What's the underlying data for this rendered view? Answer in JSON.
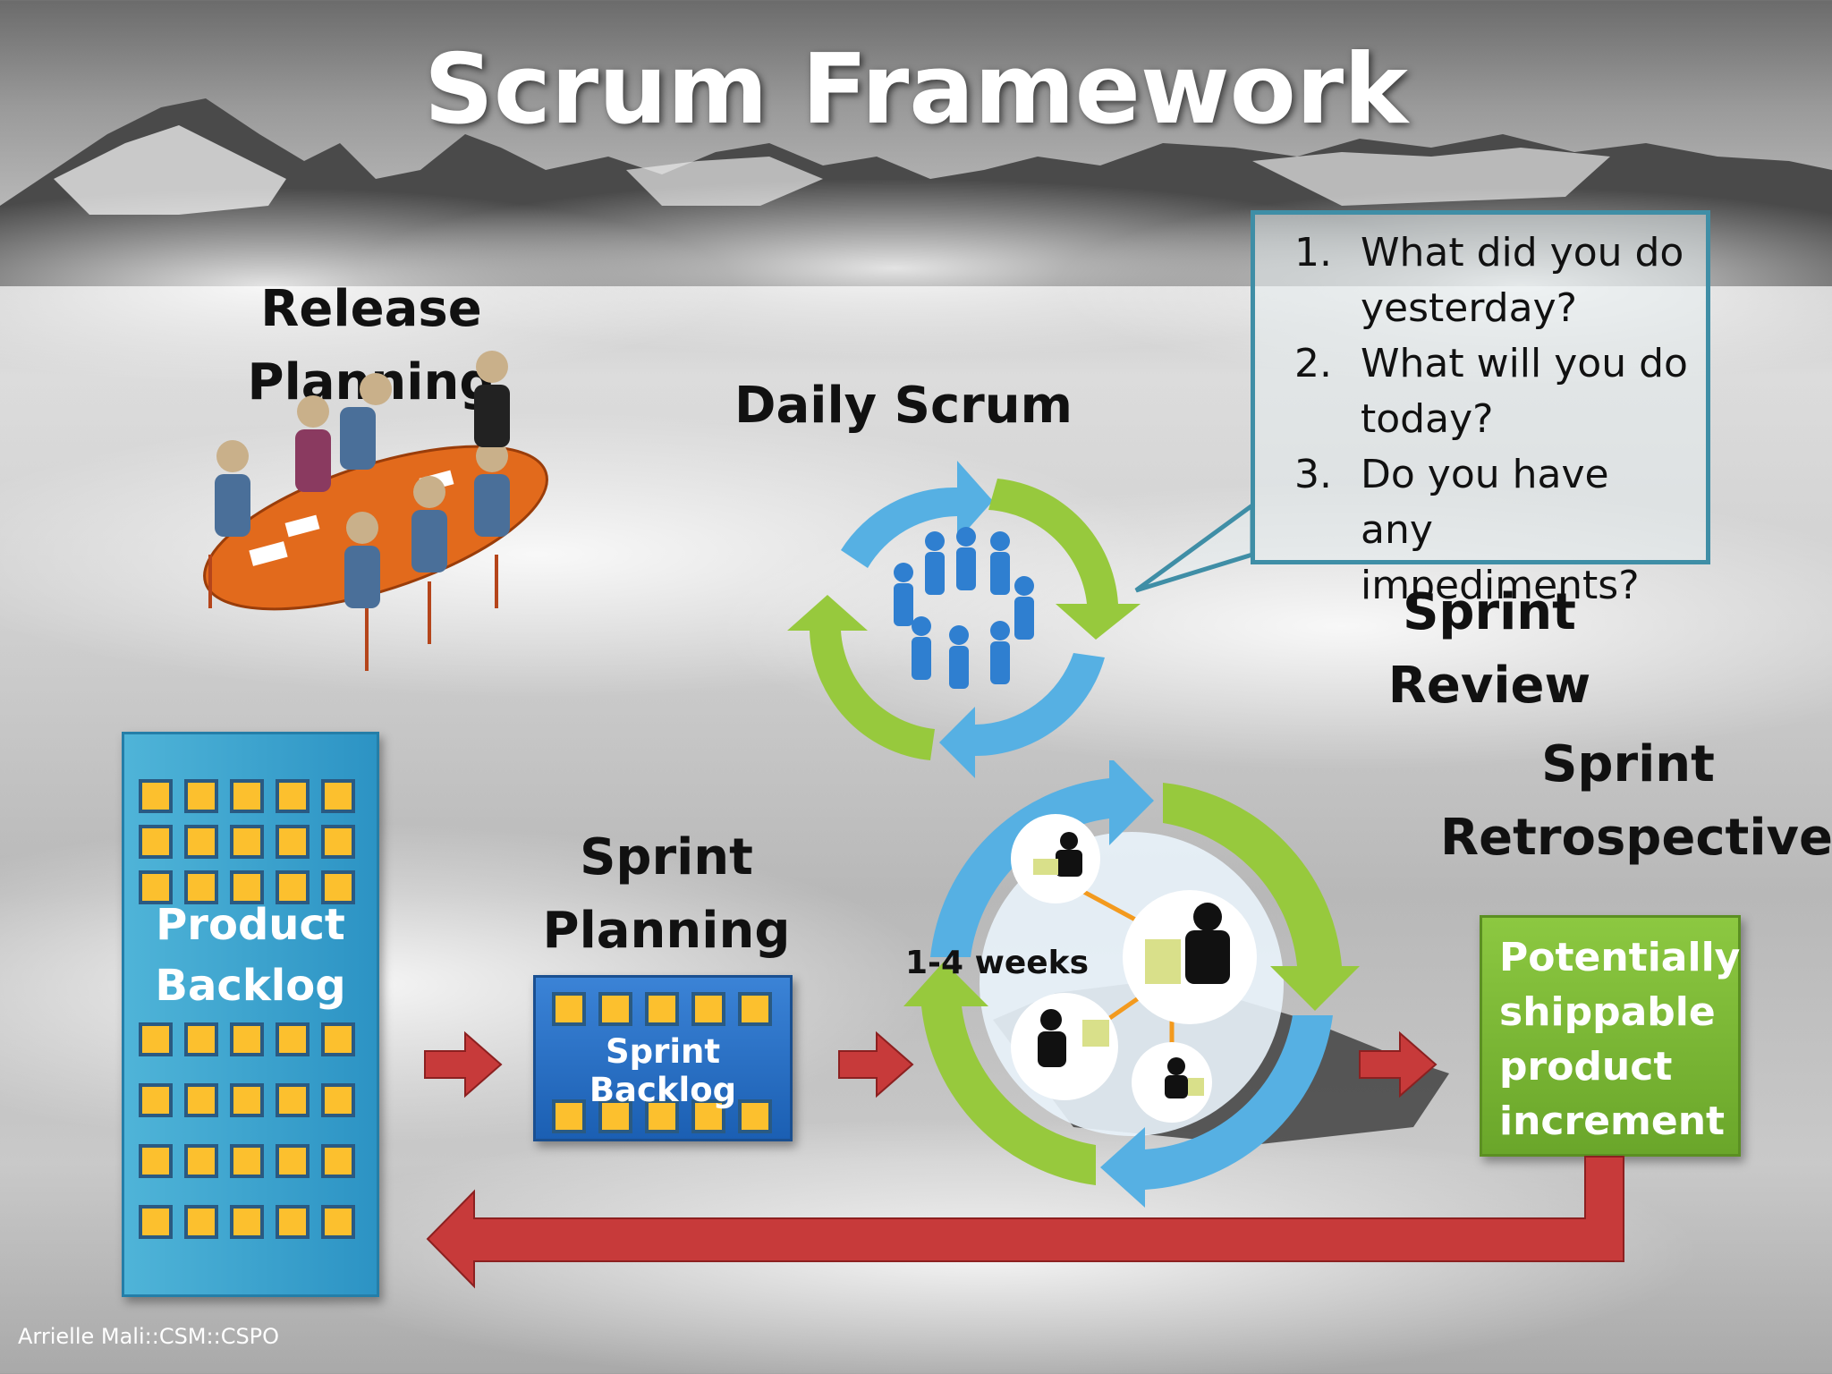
{
  "title": "Scrum Framework",
  "release_planning": "Release Planning",
  "daily_scrum": "Daily Scrum",
  "questions": [
    "What did you do yesterday?",
    "What will you do today?",
    "Do you have any impediments?"
  ],
  "sprint_review": [
    "Sprint",
    "Review"
  ],
  "sprint_retrospective": [
    "Sprint",
    "Retrospective"
  ],
  "product_backlog": [
    "Product",
    "Backlog"
  ],
  "sprint_planning": [
    "Sprint",
    "Planning"
  ],
  "sprint_backlog": "Sprint Backlog",
  "weeks": "1-4 weeks",
  "increment": [
    "Potentially",
    "shippable",
    "product",
    "increment"
  ],
  "credit": "Arrielle Mali::CSM::CSPO",
  "colors": {
    "blue_arrow": "#56b0e3",
    "green_arrow": "#97c93d",
    "red_arrow": "#c73a3a",
    "backlog_square": "#fcc02e"
  }
}
